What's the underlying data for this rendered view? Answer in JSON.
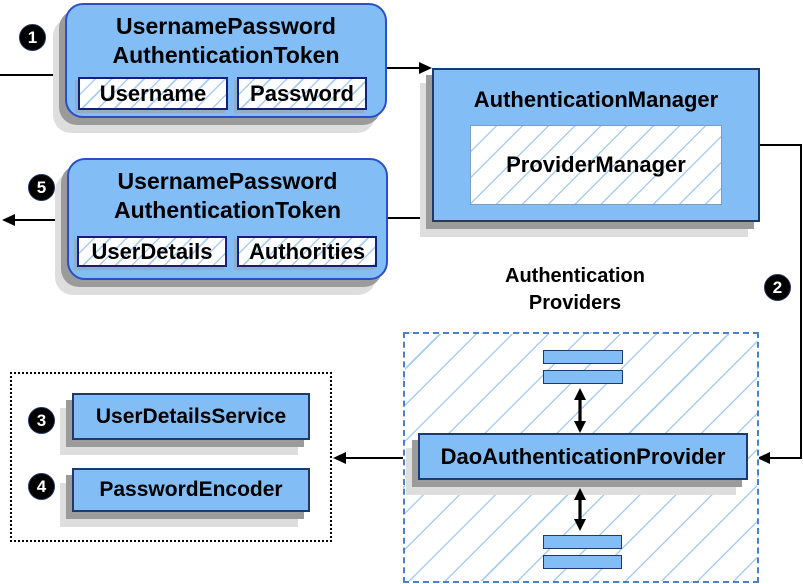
{
  "colors": {
    "blue": "#82bdf6",
    "token_border": "#2a4fc7",
    "rect_border": "#1d3a6d",
    "field_border": "#14217c",
    "hatch": "#a9cdf1",
    "dash_border": "#4d80c4"
  },
  "steps": {
    "one": "1",
    "two": "2",
    "three": "3",
    "four": "4",
    "five": "5"
  },
  "request_token": {
    "title": [
      "UsernamePassword",
      "AuthenticationToken"
    ],
    "fields": [
      "Username",
      "Password"
    ]
  },
  "authentication_manager": {
    "title": "AuthenticationManager",
    "provider_manager": "ProviderManager"
  },
  "result_token": {
    "title": [
      "UsernamePassword",
      "AuthenticationToken"
    ],
    "fields": [
      "UserDetails",
      "Authorities"
    ]
  },
  "authentication_providers": {
    "heading": [
      "Authentication",
      "Providers"
    ],
    "dao_provider": "DaoAuthenticationProvider"
  },
  "services": {
    "user_details_service": "UserDetailsService",
    "password_encoder": "PasswordEncoder"
  }
}
